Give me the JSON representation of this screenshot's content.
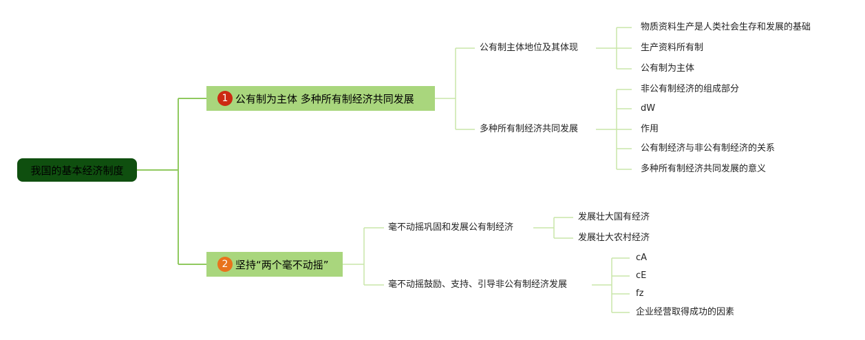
{
  "root": {
    "label": "我国的基本经济制度"
  },
  "branches": [
    {
      "number": "1",
      "label": "公有制为主体 多种所有制经济共同发展",
      "children": [
        {
          "label": "公有制主体地位及其体现",
          "children": [
            "物质资料生产是人类社会生存和发展的基础",
            "生产资料所有制",
            "公有制为主体"
          ]
        },
        {
          "label": "多种所有制经济共同发展",
          "children": [
            "非公有制经济的组成部分",
            "dW",
            "作用",
            "公有制经济与非公有制经济的关系",
            "多种所有制经济共同发展的意义"
          ]
        }
      ]
    },
    {
      "number": "2",
      "label": "坚持“两个毫不动摇”",
      "children": [
        {
          "label": "毫不动摇巩固和发展公有制经济",
          "children": [
            "发展壮大国有经济",
            "发展壮大农村经济"
          ]
        },
        {
          "label": "毫不动摇鼓励、支持、引导非公有制经济发展",
          "children": [
            "cA",
            "cE",
            "fz",
            "企业经营取得成功的因素"
          ]
        }
      ]
    }
  ],
  "colors": {
    "root_fill": "#0f4f0f",
    "branch_fill": "#a9d67d",
    "line": "#8fc95e",
    "line_light": "#c9e6a8",
    "badge_1": "#cc2a12",
    "badge_2": "#e8731d"
  }
}
